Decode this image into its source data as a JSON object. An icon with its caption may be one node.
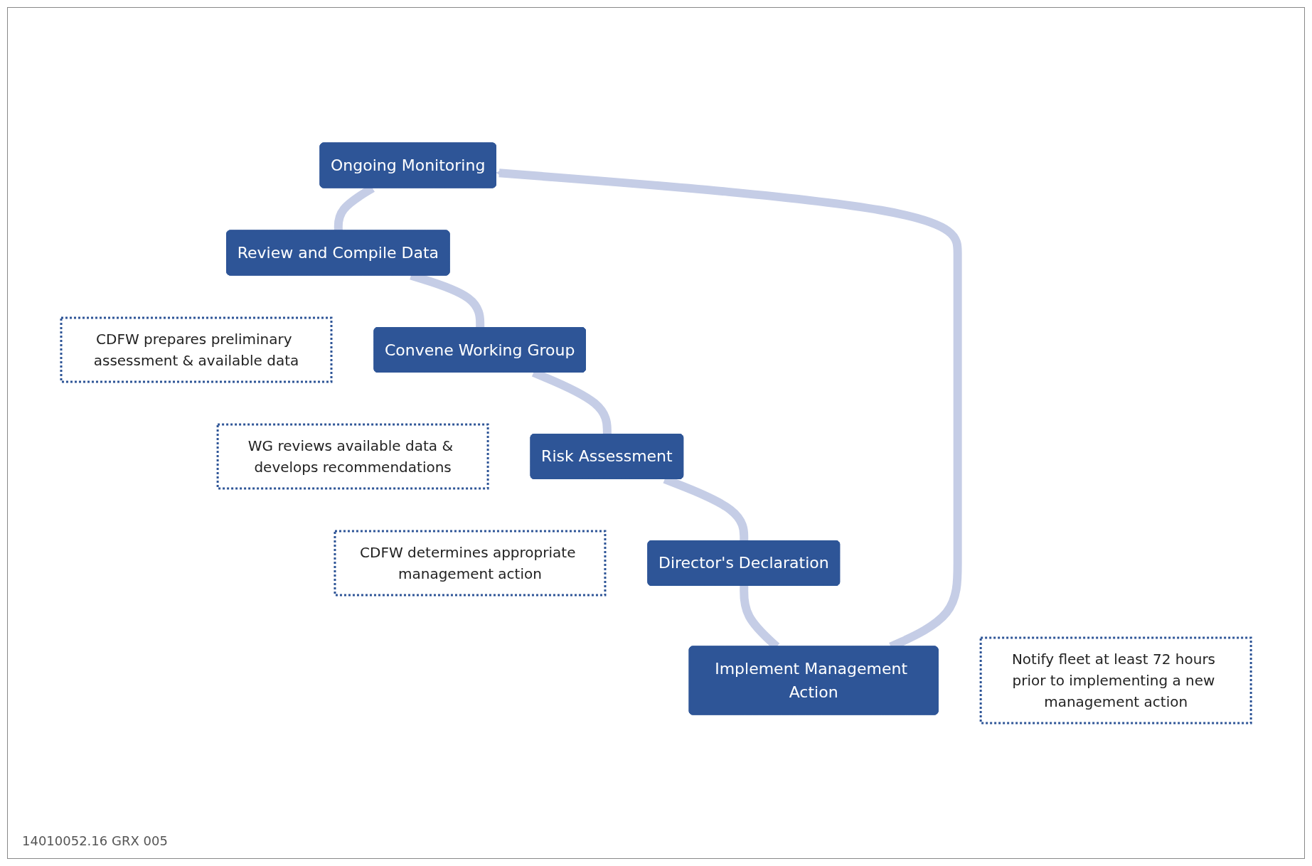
{
  "diagram": {
    "nodes": [
      {
        "text": [
          "Ongoing Monitoring"
        ]
      },
      {
        "text": [
          "Review and Compile Data"
        ]
      },
      {
        "text": [
          "CDFW prepares preliminary assessment & available data"
        ]
      },
      {
        "text": [
          "Convene Working Group"
        ]
      },
      {
        "text": [
          "WG reviews available data & develops recommendations"
        ]
      },
      {
        "text": [
          "Risk Assessment"
        ]
      },
      {
        "text": [
          "CDFW determines appropriate management action"
        ]
      },
      {
        "text": [
          "Director's Declaration"
        ]
      },
      {
        "text": [
          "Notify fleet at least 72 hours prior to implementing a new management action"
        ]
      },
      {
        "text": [
          "Implement Management Action"
        ]
      }
    ],
    "edges": [
      {
        "from": 0,
        "to": 1,
        "arrow": "none"
      },
      {
        "from": 1,
        "to": 3,
        "arrow": "none"
      },
      {
        "from": 3,
        "to": 5,
        "arrow": "none"
      },
      {
        "from": 5,
        "to": 7,
        "arrow": "none"
      },
      {
        "from": 7,
        "to": 9,
        "arrow": "none"
      },
      {
        "from": 9,
        "to": 0,
        "arrow": "to"
      }
    ],
    "labels": [
      "14010052.16 GRX 005"
    ]
  }
}
